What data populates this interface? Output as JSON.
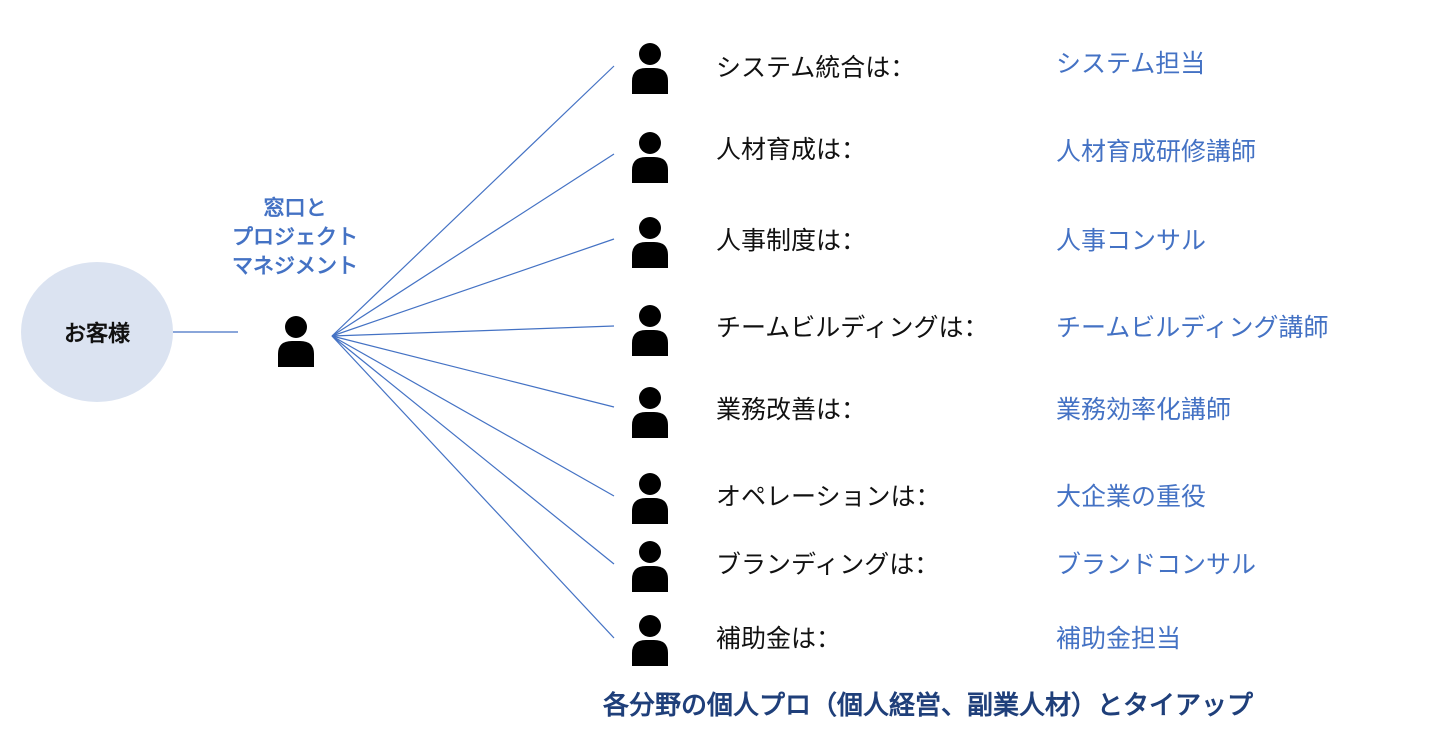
{
  "client": {
    "label": "お客様"
  },
  "coordinator": {
    "label_lines": [
      "窓口と",
      "プロジェクト",
      "マネジメント"
    ]
  },
  "specialists": [
    {
      "area": "システム統合は：",
      "role": "システム担当"
    },
    {
      "area": "人材育成は：",
      "role": "人材育成研修講師"
    },
    {
      "area": "人事制度は：",
      "role": "人事コンサル"
    },
    {
      "area": "チームビルディングは：",
      "role": "チームビルディング講師"
    },
    {
      "area": "業務改善は：",
      "role": "業務効率化講師"
    },
    {
      "area": "オペレーションは：",
      "role": "大企業の重役"
    },
    {
      "area": "ブランディングは：",
      "role": "ブランドコンサル"
    },
    {
      "area": "補助金は：",
      "role": "補助金担当"
    }
  ],
  "footer": {
    "caption": "各分野の個人プロ（個人経営、副業人材）とタイアップ"
  },
  "colors": {
    "line": "#4472c4",
    "accent": "#4472c4",
    "client_fill": "#dbe3f1",
    "footer": "#1f3f7a",
    "icon": "#000000"
  }
}
